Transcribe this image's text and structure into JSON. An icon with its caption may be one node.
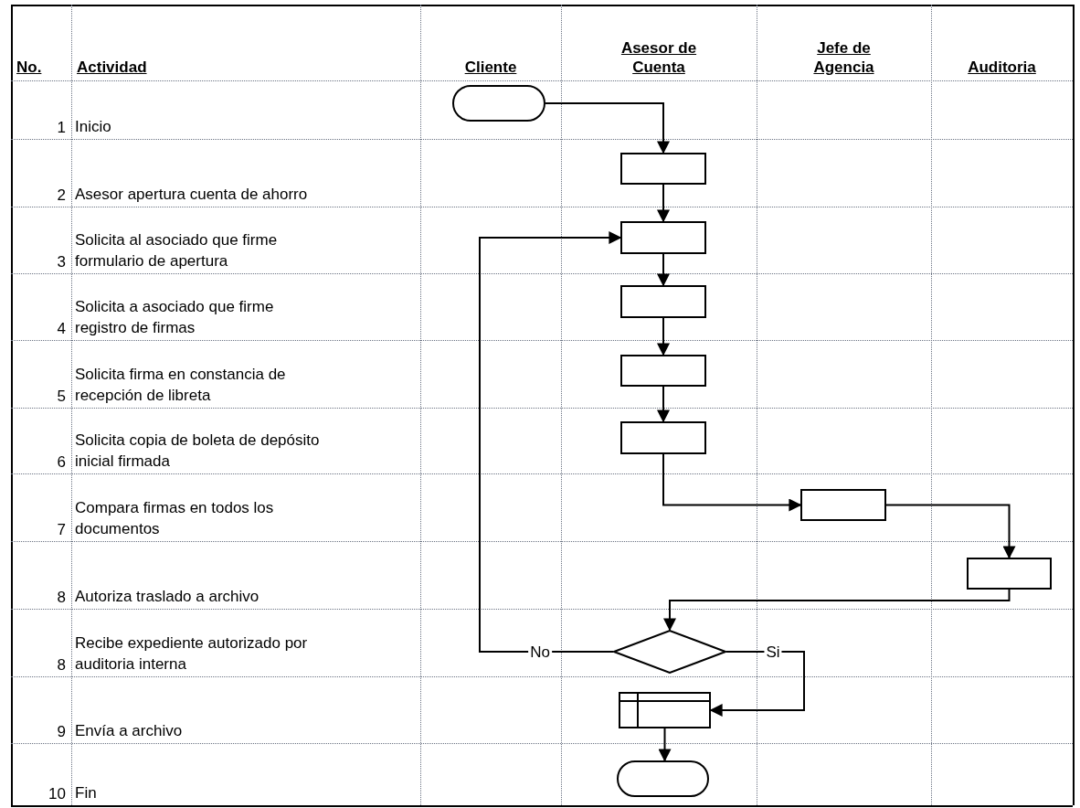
{
  "diagram": {
    "nodes": [
      {
        "text": [],
        "shape": "terminal"
      },
      {
        "text": [],
        "shape": "box"
      },
      {
        "text": [],
        "shape": "box"
      },
      {
        "text": [],
        "shape": "box"
      },
      {
        "text": [],
        "shape": "box"
      },
      {
        "text": [],
        "shape": "box"
      },
      {
        "text": [],
        "shape": "box"
      },
      {
        "text": [],
        "shape": "box"
      },
      {
        "text": [],
        "shape": "diamond"
      },
      {
        "text": [],
        "shape": "box"
      },
      {
        "text": [],
        "shape": "terminal"
      }
    ],
    "edges": [
      {
        "from": 0,
        "to": 1,
        "arrow": "to"
      },
      {
        "from": 1,
        "to": 2,
        "arrow": "to"
      },
      {
        "from": 2,
        "to": 3,
        "arrow": "to"
      },
      {
        "from": 3,
        "to": 4,
        "arrow": "to"
      },
      {
        "from": 4,
        "to": 5,
        "arrow": "to"
      },
      {
        "from": 5,
        "to": 6,
        "arrow": "to"
      },
      {
        "from": 6,
        "to": 7,
        "arrow": "to"
      },
      {
        "from": 7,
        "to": 8,
        "arrow": "to"
      },
      {
        "from": 8,
        "to": 2,
        "arrow": "to",
        "label": "No"
      },
      {
        "from": 8,
        "to": 9,
        "arrow": "to",
        "label": "Si"
      },
      {
        "from": 9,
        "to": 10,
        "arrow": "to"
      }
    ],
    "labels": [
      "No.",
      "Actividad",
      "Cliente",
      "Asesor de Cuenta",
      "Jefe de Agencia",
      "Auditoria",
      "1",
      "Inicio",
      "2",
      "Asesor apertura cuenta de ahorro",
      "3",
      "Solicita al asociado que firme formulario de apertura",
      "4",
      "Solicita a asociado que firme registro de firmas",
      "5",
      "Solicita firma en constancia de recepción de libreta",
      "6",
      "Solicita copia de boleta de depósito inicial firmada",
      "7",
      "Compara firmas en todos los documentos",
      "8",
      "Autoriza traslado a archivo",
      "8",
      "Recibe expediente autorizado por auditoria interna",
      "9",
      "Envía a archivo",
      "10",
      "Fin"
    ]
  }
}
